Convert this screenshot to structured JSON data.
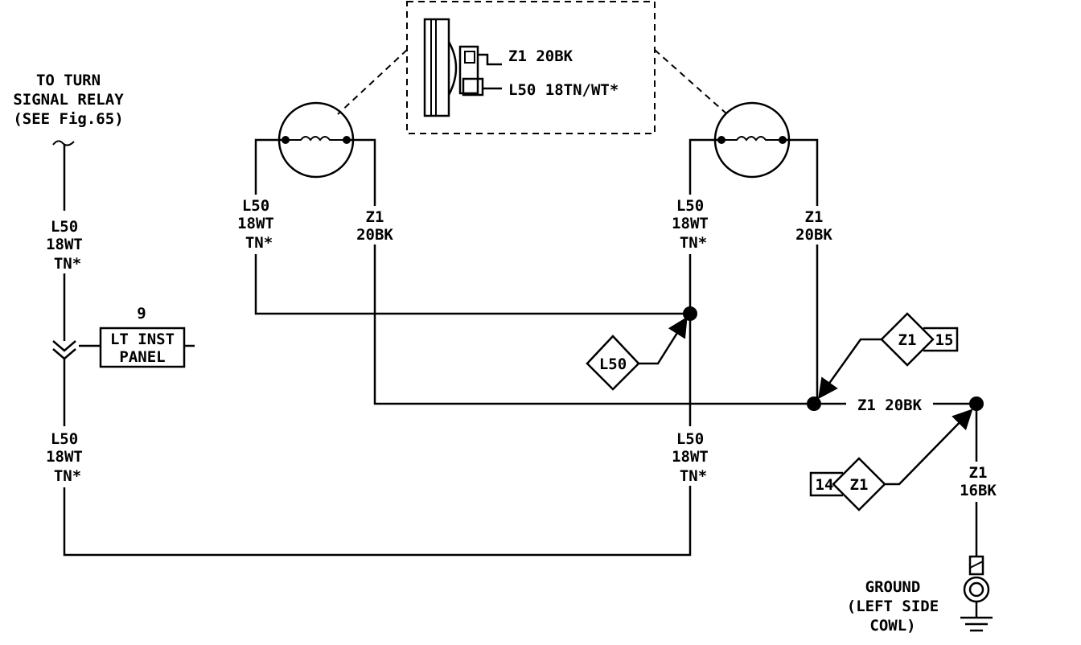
{
  "relay_note": [
    "TO TURN",
    "SIGNAL RELAY",
    "(SEE Fig.65)"
  ],
  "left_wire_upper": [
    "L50",
    "18WT",
    "TN*"
  ],
  "left_wire_lower": [
    "L50",
    "18WT",
    "TN*"
  ],
  "connector": {
    "number": "9",
    "label": [
      "LT INST",
      "PANEL"
    ]
  },
  "lamp_left": {
    "wire_a": [
      "L50",
      "18WT",
      "TN*"
    ],
    "wire_b": [
      "Z1",
      "20BK"
    ]
  },
  "lamp_right": {
    "wire_a": [
      "L50",
      "18WT",
      "TN*"
    ],
    "wire_b": [
      "Z1",
      "20BK"
    ]
  },
  "center_lower_wire": [
    "L50",
    "18WT",
    "TN*"
  ],
  "socket_detail": {
    "wire_1": "Z1 20BK",
    "wire_2": "L50 18TN/WT*"
  },
  "splice_tag_l50": "L50",
  "splice_tag_z1_top": {
    "code": "Z1",
    "ref": "15"
  },
  "splice_tag_z1_bottom": {
    "code": "Z1",
    "ref": "14"
  },
  "bus_wire_label": "Z1 20BK",
  "ground_wire": [
    "Z1",
    "16BK"
  ],
  "ground_label": [
    "GROUND",
    "(LEFT SIDE",
    "COWL)"
  ]
}
